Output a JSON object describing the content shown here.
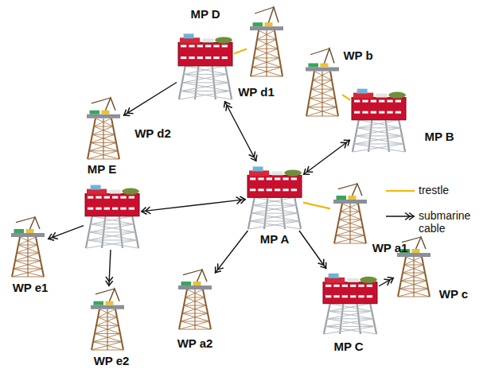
{
  "diagram": {
    "nodes": [
      {
        "text": [
          "MP D"
        ]
      },
      {
        "text": [
          "WP d1"
        ]
      },
      {
        "text": [
          "WP b"
        ]
      },
      {
        "text": [
          "MP B"
        ]
      },
      {
        "text": [
          "WP d2"
        ]
      },
      {
        "text": [
          "MP A"
        ]
      },
      {
        "text": [
          "WP a1"
        ]
      },
      {
        "text": [
          "MP E"
        ]
      },
      {
        "text": [
          "WP e1"
        ]
      },
      {
        "text": [
          "WP e2"
        ]
      },
      {
        "text": [
          "WP a2"
        ]
      },
      {
        "text": [
          "MP C"
        ]
      },
      {
        "text": [
          "WP c"
        ]
      }
    ],
    "edges": [
      {
        "from": 0,
        "to": 1,
        "arrow": "none"
      },
      {
        "from": 0,
        "to": 4,
        "arrow": "to"
      },
      {
        "from": 0,
        "to": 5,
        "arrow": "both"
      },
      {
        "from": 2,
        "to": 3,
        "arrow": "none"
      },
      {
        "from": 3,
        "to": 5,
        "arrow": "both"
      },
      {
        "from": 5,
        "to": 6,
        "arrow": "none"
      },
      {
        "from": 7,
        "to": 5,
        "arrow": "both"
      },
      {
        "from": 7,
        "to": 8,
        "arrow": "to"
      },
      {
        "from": 7,
        "to": 9,
        "arrow": "to"
      },
      {
        "from": 5,
        "to": 10,
        "arrow": "to"
      },
      {
        "from": 5,
        "to": 11,
        "arrow": "to"
      },
      {
        "from": 11,
        "to": 12,
        "arrow": "to"
      }
    ],
    "legend": [
      {
        "text": "trestle"
      },
      {
        "text": "submarine cable"
      }
    ]
  }
}
